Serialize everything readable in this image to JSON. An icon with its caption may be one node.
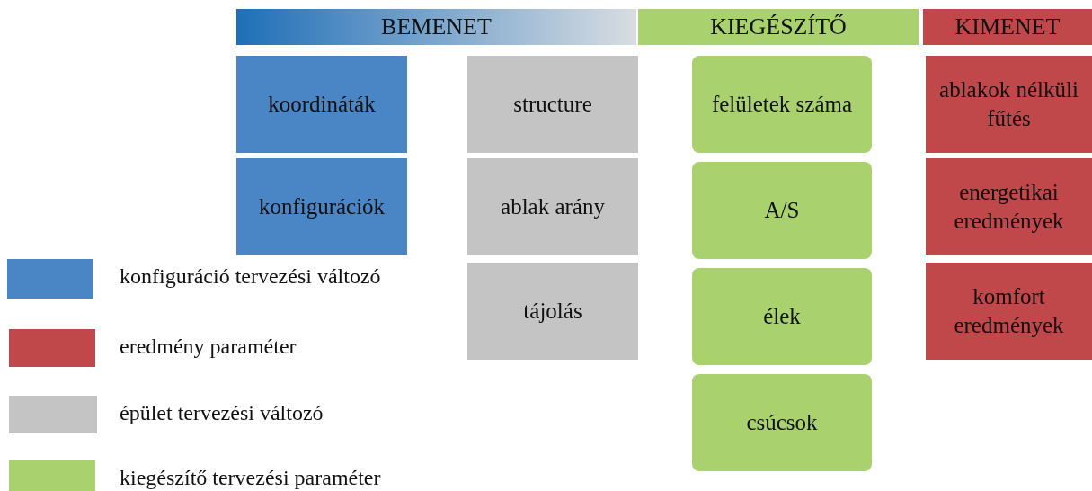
{
  "diagram": {
    "nodes": [
      {
        "text": [
          "BEMENET"
        ]
      },
      {
        "text": [
          "KIEGÉSZÍTŐ"
        ]
      },
      {
        "text": [
          "KIMENET"
        ]
      },
      {
        "text": [
          "koordináták"
        ]
      },
      {
        "text": [
          "konfigurációk"
        ]
      },
      {
        "text": [
          "structure"
        ]
      },
      {
        "text": [
          "ablak arány"
        ]
      },
      {
        "text": [
          "tájolás"
        ]
      },
      {
        "text": [
          "felületek száma"
        ]
      },
      {
        "text": [
          "A/S"
        ]
      },
      {
        "text": [
          "élek"
        ]
      },
      {
        "text": [
          "csúcsok"
        ]
      },
      {
        "text": [
          "ablakok nélküli fűtés"
        ]
      },
      {
        "text": [
          "energetikai eredmények"
        ]
      },
      {
        "text": [
          "komfort eredmények"
        ]
      }
    ],
    "legend": [
      {
        "text": "konfiguráció tervezési változó",
        "color": "#4a86c5"
      },
      {
        "text": "eredmény paraméter",
        "color": "#c0474a"
      },
      {
        "text": "épület tervezési változó",
        "color": "#c4c4c4"
      },
      {
        "text": "kiegészítő tervezési paraméter",
        "color": "#a9d26f"
      }
    ]
  }
}
